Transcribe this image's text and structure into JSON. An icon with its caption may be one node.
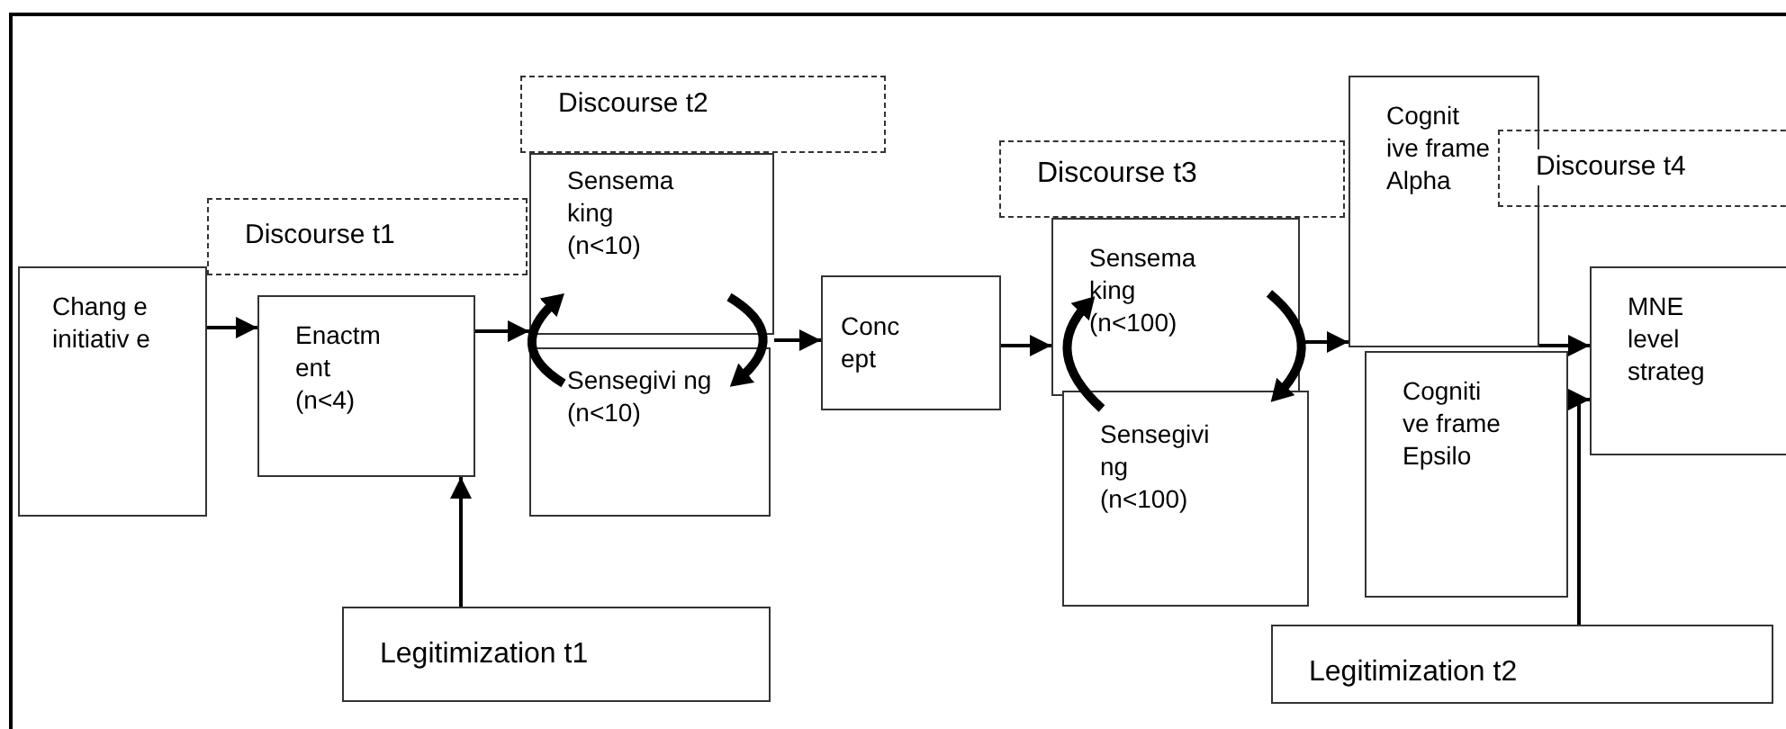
{
  "diagram": {
    "nodes": [
      {
        "text": [
          "Chang e initiativ e"
        ]
      },
      {
        "text": [
          "Enactm ent (n<4)"
        ]
      },
      {
        "text": [
          "Discourse t1"
        ]
      },
      {
        "text": [
          "Discourse t2"
        ]
      },
      {
        "text": [
          "Sensema king (n<10)"
        ]
      },
      {
        "text": [
          "Sensegivi ng (n<10)"
        ]
      },
      {
        "text": [
          "Legitimization t1"
        ]
      },
      {
        "text": [
          "Conc ept"
        ]
      },
      {
        "text": [
          "Discourse t3"
        ]
      },
      {
        "text": [
          "Sensema king (n<100)"
        ]
      },
      {
        "text": [
          "Sensegivi ng (n<100)"
        ]
      },
      {
        "text": [
          "Cognit ive frame Alpha"
        ]
      },
      {
        "text": [
          "Discourse t4"
        ]
      },
      {
        "text": [
          "Cogniti ve frame Epsilo"
        ]
      },
      {
        "text": [
          "MNE level strateg"
        ]
      },
      {
        "text": [
          "Legitimization t2"
        ]
      }
    ],
    "edges": [
      {
        "from": 0,
        "to": 1,
        "arrow": "to"
      },
      {
        "from": 1,
        "to": 4,
        "arrow": "to"
      },
      {
        "from": 5,
        "to": 4,
        "arrow": "to",
        "style": "thick"
      },
      {
        "from": 4,
        "to": 5,
        "arrow": "to",
        "style": "thick"
      },
      {
        "from": 4,
        "to": 7,
        "arrow": "to"
      },
      {
        "from": 6,
        "to": 1,
        "arrow": "to"
      },
      {
        "from": 7,
        "to": 9,
        "arrow": "to"
      },
      {
        "from": 10,
        "to": 9,
        "arrow": "to",
        "style": "thick"
      },
      {
        "from": 9,
        "to": 10,
        "arrow": "to",
        "style": "thick"
      },
      {
        "from": 9,
        "to": 11,
        "arrow": "to"
      },
      {
        "from": 11,
        "to": 14,
        "arrow": "to"
      },
      {
        "from": 15,
        "to": 14,
        "arrow": "to"
      }
    ]
  }
}
